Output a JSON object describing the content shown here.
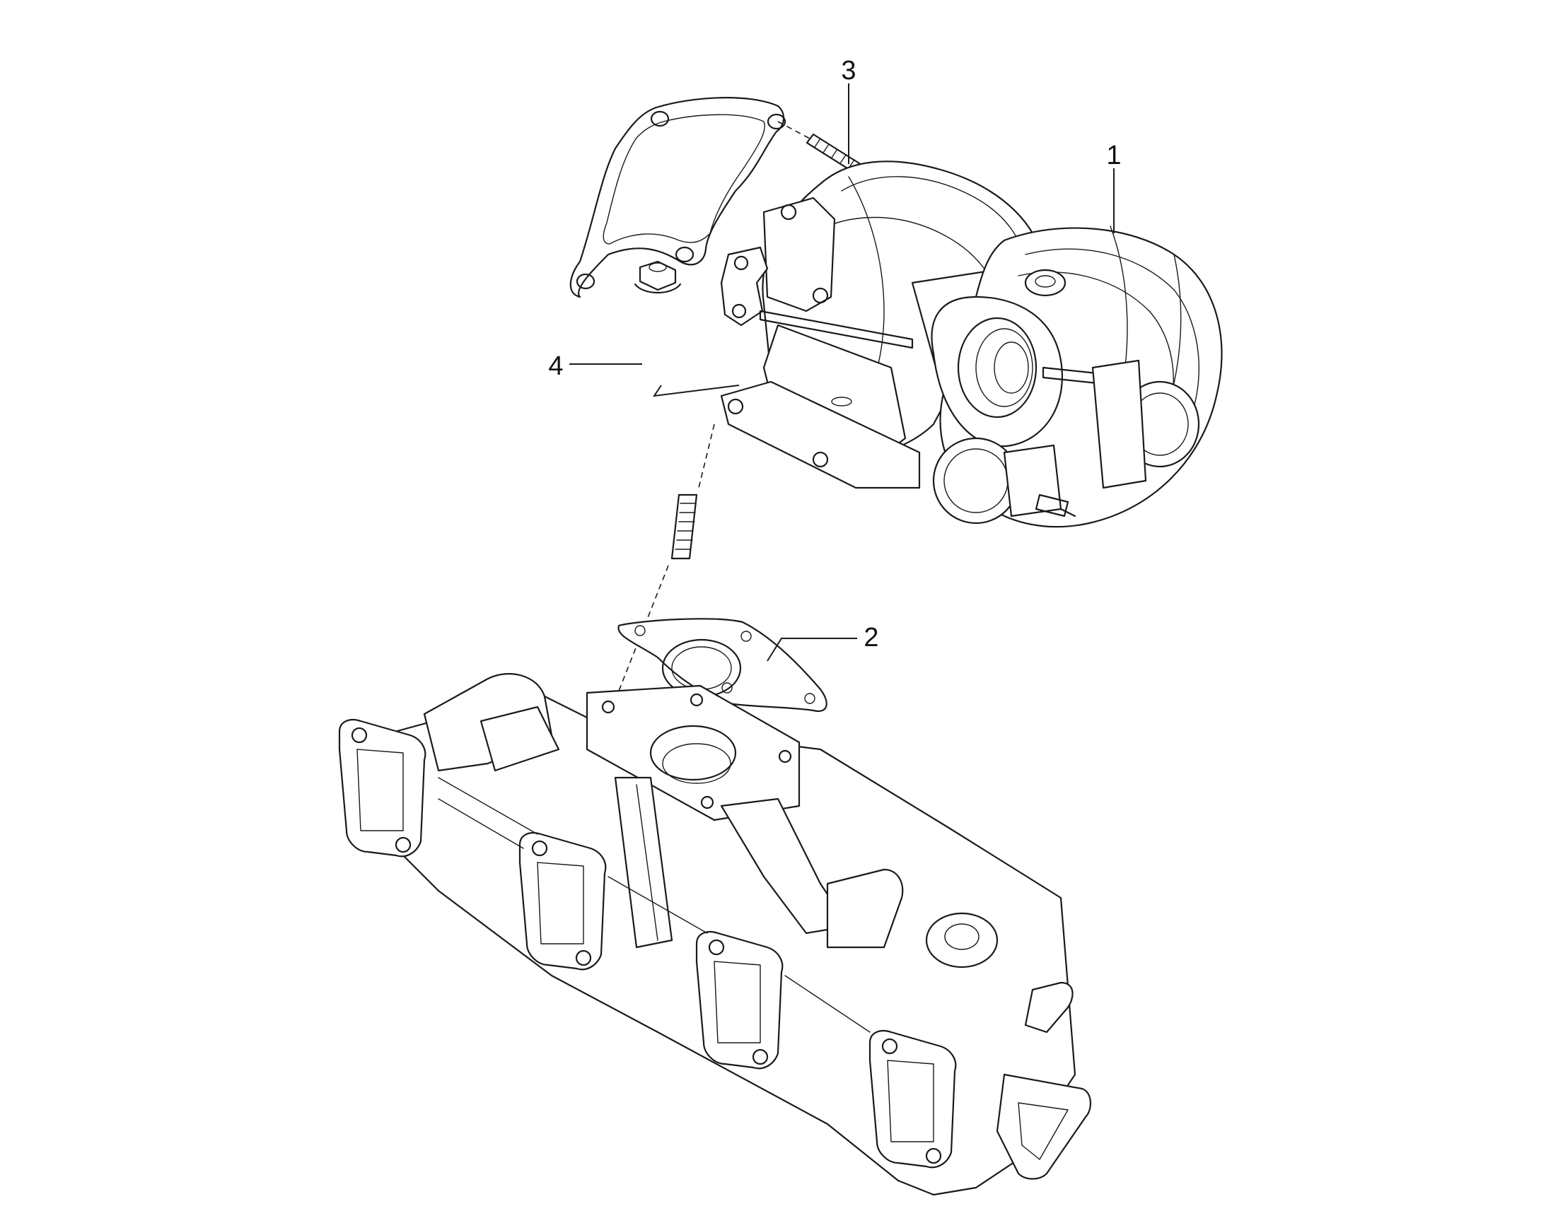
{
  "callouts": [
    {
      "id": "1",
      "label": "1",
      "part": "turbocharger"
    },
    {
      "id": "2",
      "label": "2",
      "part": "gasket"
    },
    {
      "id": "3",
      "label": "3",
      "part": "stud"
    },
    {
      "id": "4",
      "label": "4",
      "part": "nut"
    }
  ],
  "colors": {
    "ink": "#1a1a1a",
    "background": "#ffffff"
  }
}
